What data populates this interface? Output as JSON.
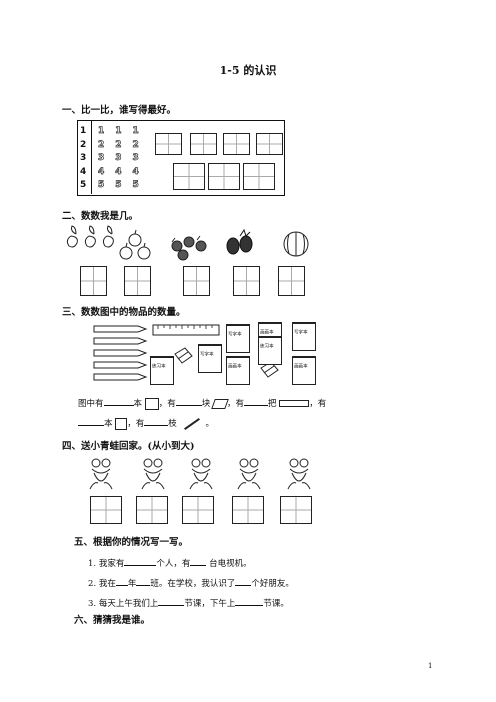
{
  "title": "1-5 的认识",
  "sections": {
    "s1": "一、比一比，谁写得最好。",
    "s2": "二、数数我是几。",
    "s3": "三、数数图中的物品的数量。",
    "s4": "四、送小青蛙回家。(从小到大)",
    "s5": "五、根据你的情况写一写。",
    "s6": "六、猜猜我是谁。"
  },
  "digits": [
    "1",
    "2",
    "3",
    "4",
    "5"
  ],
  "notebook_labels": [
    "写字本",
    "画画本",
    "写字本",
    "练习本",
    "写字本",
    "画画本",
    "练习本",
    "画画本"
  ],
  "s3_line1": {
    "p1": "图中有",
    "p2": "本",
    "p3": "，有",
    "p4": "块",
    "p5": "，有",
    "p6": "把",
    "p7": "，有"
  },
  "s3_line2": {
    "p1": "本",
    "p2": "，有",
    "p3": "枝",
    "p4": "。"
  },
  "s5_q1": {
    "num": "1.",
    "a": "我家有",
    "b": "个人，有",
    "c": "台电视机。"
  },
  "s5_q2": {
    "num": "2.",
    "a": "我在",
    "b": "年",
    "c": "班。在学校，我认识了",
    "d": "个好朋友。"
  },
  "s5_q3": {
    "num": "3.",
    "a": "每天上午我们上",
    "b": "节课，下午上",
    "c": "节课。"
  },
  "page_number": "1"
}
